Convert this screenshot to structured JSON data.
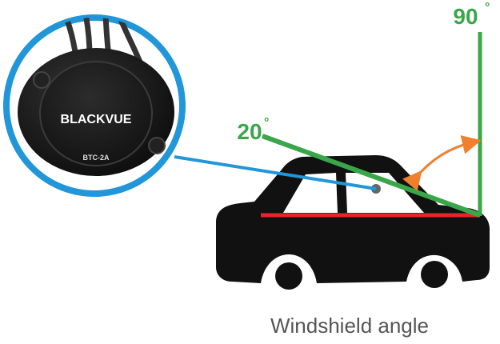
{
  "diagram": {
    "caption": "Windshield angle",
    "angle_max_label": "90",
    "angle_min_label": "20",
    "degree_symbol": "°",
    "device": {
      "brand": "BLACKVUE",
      "model": "BTC-2A"
    }
  },
  "colors": {
    "green": "#3aa64a",
    "red": "#e8242b",
    "blue": "#2196d8",
    "orange": "#f07f2e",
    "car": "#111111",
    "caption": "#555555",
    "device_body": "#1a1a1a"
  },
  "icons": {
    "car": "car-silhouette-icon",
    "camera": "dashcam-icon",
    "arrow": "double-headed-arc-arrow-icon"
  }
}
